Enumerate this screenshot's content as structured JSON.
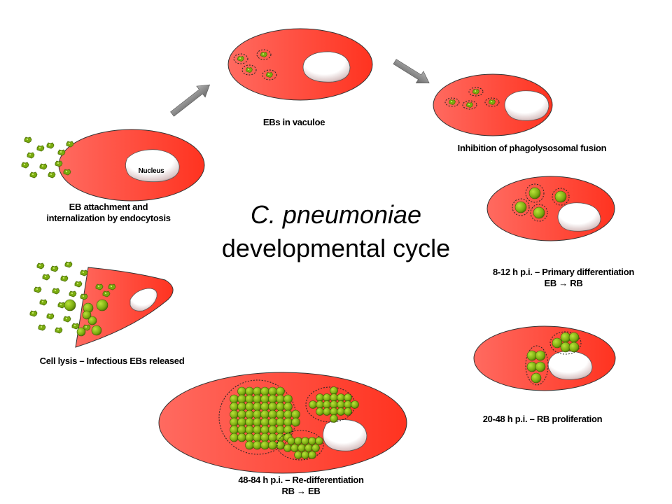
{
  "title": {
    "species": "C. pneumoniae",
    "subtitle": "developmental cycle"
  },
  "nucleus_label": "Nucleus",
  "stages": [
    {
      "label_lines": [
        "EB attachment and",
        "internalization by endocytosis"
      ]
    },
    {
      "label_lines": [
        "EBs in vaculoe"
      ]
    },
    {
      "label_lines": [
        "Inhibition of phagolysosomal fusion"
      ]
    },
    {
      "label_lines": [
        "8-12 h p.i. – Primary differentiation",
        "EB → RB"
      ]
    },
    {
      "label_lines": [
        "20-48 h p.i. – RB proliferation"
      ]
    },
    {
      "label_lines": [
        "48-84 h p.i. – Re-differentiation",
        "RB → EB"
      ]
    },
    {
      "label_lines": [
        "Cell lysis – Infectious EBs released"
      ]
    }
  ],
  "colors": {
    "cell": "#ff3a2a",
    "cell_light": "#ff7a70",
    "body_green": "#7aab10",
    "body_dark": "#4a6e05",
    "arrow": "#808080"
  }
}
